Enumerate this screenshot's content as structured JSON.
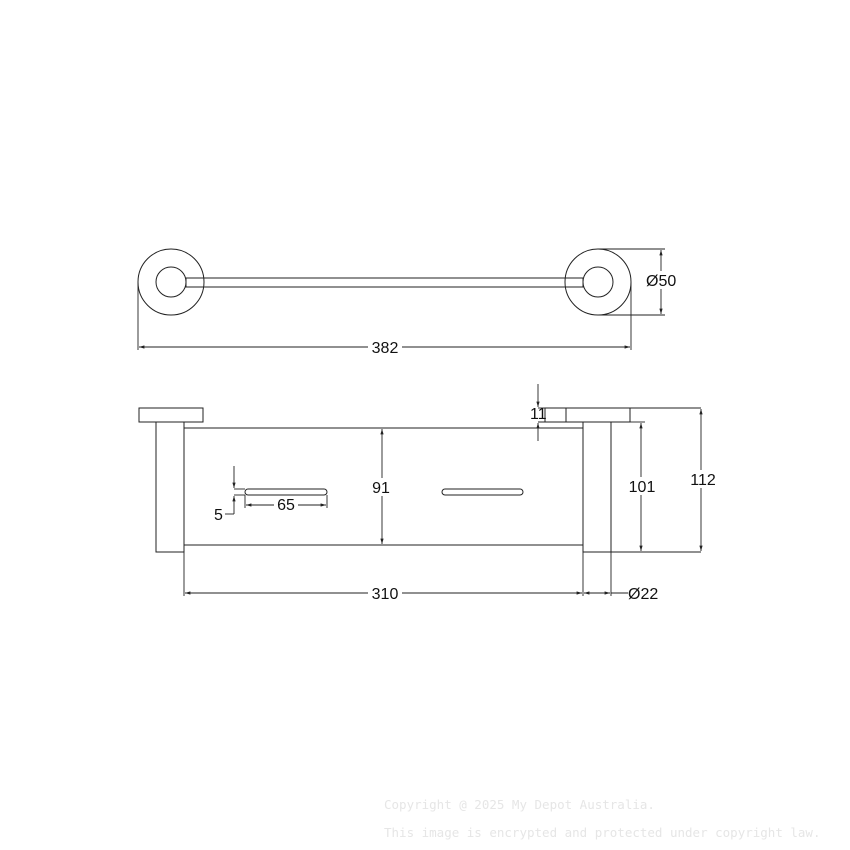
{
  "drawing": {
    "top_view": {
      "overall_length": "382",
      "flange_diameter": "Ø50"
    },
    "front_view": {
      "flange_thickness": "11",
      "shelf_height": "91",
      "post_height": "101",
      "overall_height": "112",
      "slot_length": "65",
      "slot_width": "5",
      "shelf_length": "310",
      "post_diameter": "Ø22"
    }
  },
  "watermark": {
    "line1": "Copyright @ 2025 My Depot Australia.",
    "line2": "This image is encrypted and protected under copyright law."
  },
  "colors": {
    "line": "#222222",
    "watermark": "#e6e6e6"
  }
}
